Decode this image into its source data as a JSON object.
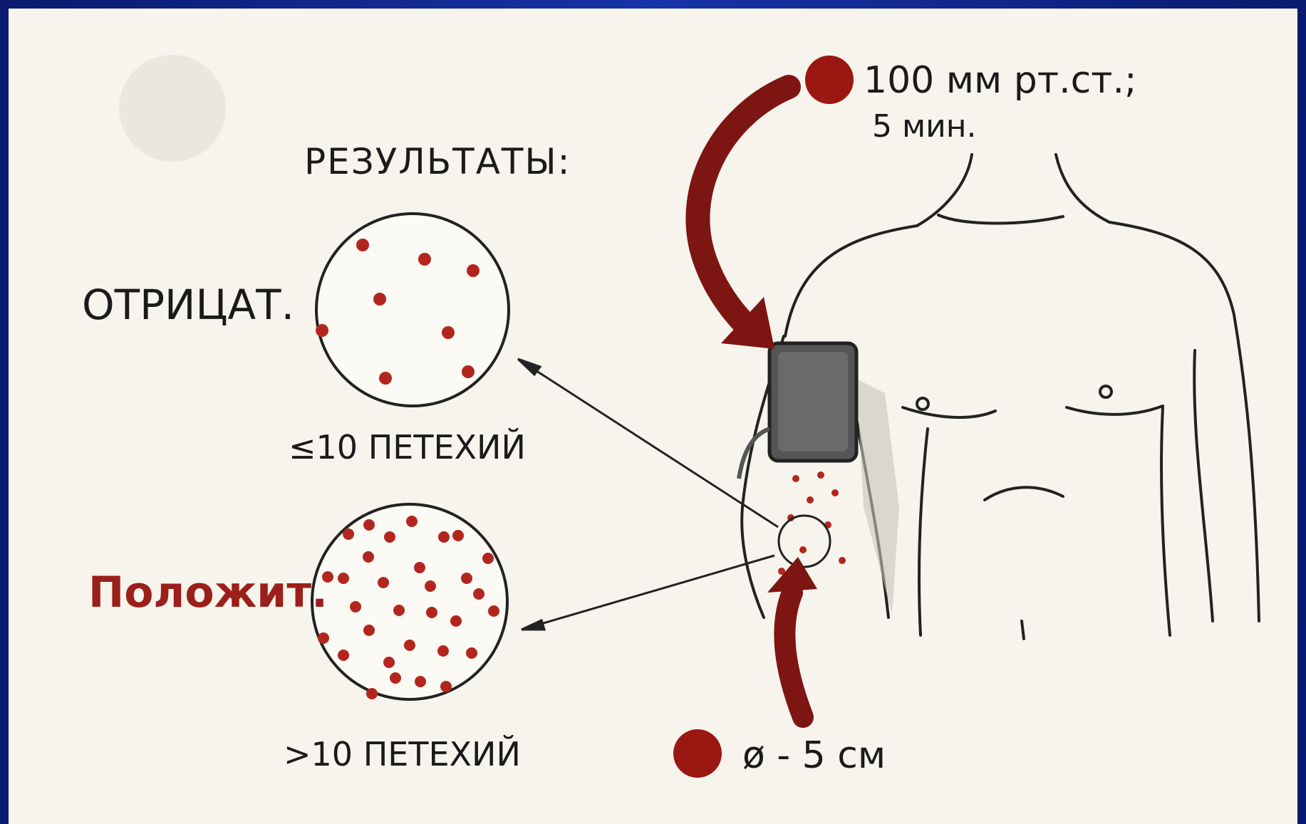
{
  "diagram": {
    "results_heading": "РЕЗУЛЬТАТЫ:",
    "negative": {
      "label": "ОТРИЦАТ.",
      "caption": "≤10 ПЕТЕХИЙ",
      "label_color": "#1a1a1a"
    },
    "positive": {
      "label": "Положит.",
      "caption": ">10 ПЕТЕХИЙ",
      "label_color": "#9b1f1a"
    },
    "cuff_params": {
      "line1": "100 мм рт.ст.;",
      "line2": "5 мин."
    },
    "area_params": {
      "text": "ø - 5 см"
    },
    "colors": {
      "petechia": "#b3261e",
      "arrow": "#7d1512",
      "bullet": "#9b1712",
      "cuff": "#555555",
      "outline": "#222222"
    }
  }
}
